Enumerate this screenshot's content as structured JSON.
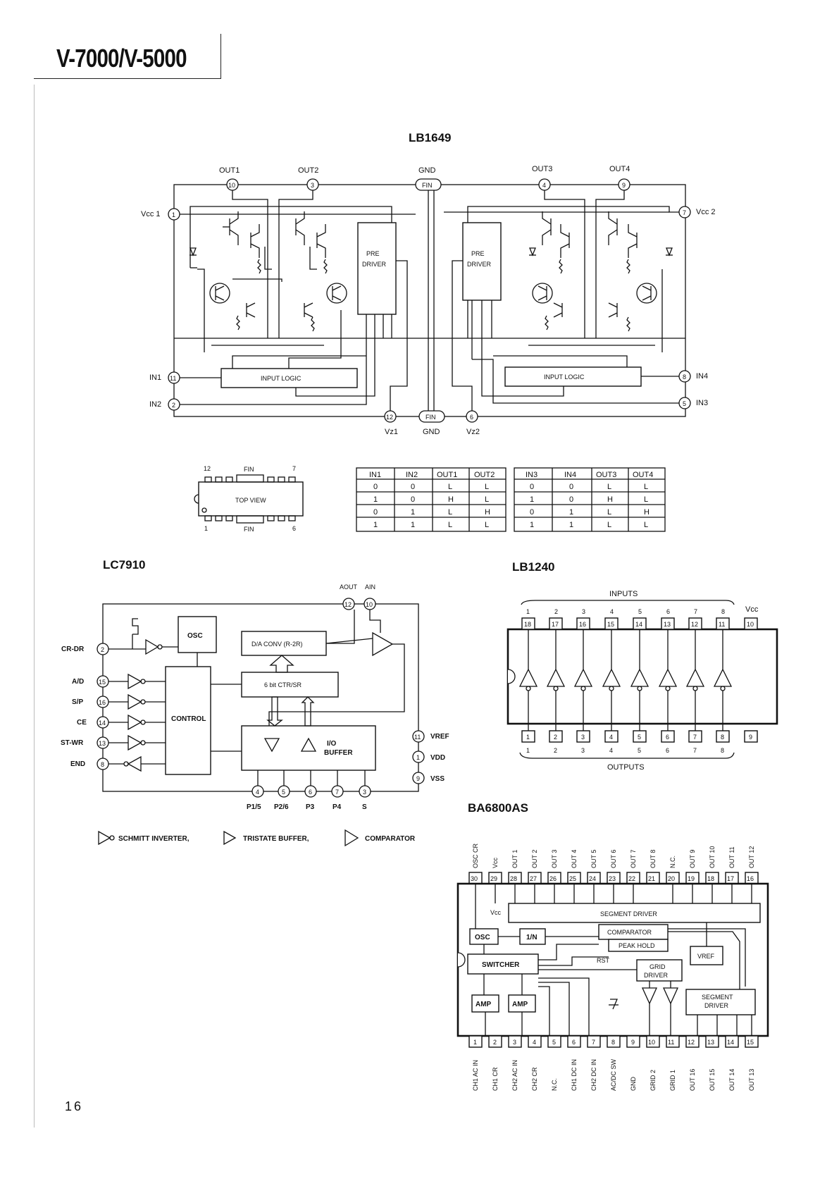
{
  "header": {
    "title": "V-7000/V-5000"
  },
  "page_number": "16",
  "lb1649": {
    "title": "LB1649",
    "top_labels": [
      "OUT1",
      "OUT2",
      "GND",
      "OUT3",
      "OUT4"
    ],
    "top_pins": [
      "10",
      "3",
      "FIN",
      "4",
      "9"
    ],
    "vcc1": "Vcc 1",
    "vcc1_pin": "1",
    "vcc2": "Vcc 2",
    "vcc2_pin": "7",
    "in1": "IN1",
    "in1_pin": "11",
    "in2": "IN2",
    "in2_pin": "2",
    "in4": "IN4",
    "in4_pin": "8",
    "in3": "IN3",
    "in3_pin": "5",
    "bottom_pins": [
      "12",
      "FIN",
      "6"
    ],
    "bottom_labels": [
      "Vz1",
      "GND",
      "Vz2"
    ],
    "pre_driver": "PRE DRIVER",
    "pre_driver_l1": "PRE",
    "pre_driver_l2": "DRIVER",
    "input_logic": "INPUT  LOGIC",
    "package": {
      "top_pin_left": "12",
      "top_fin": "FIN",
      "top_pin_right": "7",
      "view": "TOP VIEW",
      "bottom_pin_left": "1",
      "bottom_fin": "FIN",
      "bottom_pin_right": "6"
    },
    "truth_table_1": {
      "headers": [
        "IN1",
        "IN2",
        "OUT1",
        "OUT2"
      ],
      "rows": [
        [
          "0",
          "0",
          "L",
          "L"
        ],
        [
          "1",
          "0",
          "H",
          "L"
        ],
        [
          "0",
          "1",
          "L",
          "H"
        ],
        [
          "1",
          "1",
          "L",
          "L"
        ]
      ]
    },
    "truth_table_2": {
      "headers": [
        "IN3",
        "IN4",
        "OUT3",
        "OUT4"
      ],
      "rows": [
        [
          "0",
          "0",
          "L",
          "L"
        ],
        [
          "1",
          "0",
          "H",
          "L"
        ],
        [
          "0",
          "1",
          "L",
          "H"
        ],
        [
          "1",
          "1",
          "L",
          "L"
        ]
      ]
    }
  },
  "lc7910": {
    "title": "LC7910",
    "left_pins": [
      {
        "label": "CR-DR",
        "pin": "2"
      },
      {
        "label": "A/D",
        "pin": "15"
      },
      {
        "label": "S/P",
        "pin": "16"
      },
      {
        "label": "CE",
        "pin": "14"
      },
      {
        "label": "ST-WR",
        "pin": "13"
      },
      {
        "label": "END",
        "pin": "8"
      }
    ],
    "top_labels": [
      "AOUT",
      "AIN"
    ],
    "top_pins": [
      "12",
      "10"
    ],
    "right_pins": [
      {
        "label": "VREF",
        "pin": "11"
      },
      {
        "label": "VDD",
        "pin": "1"
      },
      {
        "label": "VSS",
        "pin": "9"
      }
    ],
    "bottom_pins": [
      "4",
      "5",
      "6",
      "7",
      "3"
    ],
    "bottom_labels": [
      "P1/5",
      "P2/6",
      "P3",
      "P4",
      "S"
    ],
    "osc": "OSC",
    "dac": "D/A CONV (R-2R)",
    "ctr": "6 bit CTR/SR",
    "control": "CONTROL",
    "io_l1": "I/O",
    "io_l2": "BUFFER",
    "legend": [
      "SCHMITT INVERTER,",
      "TRISTATE BUFFER,",
      "COMPARATOR"
    ]
  },
  "lb1240": {
    "title": "LB1240",
    "inputs_label": "INPUTS",
    "outputs_label": "OUTPUTS",
    "input_numbers": [
      "1",
      "2",
      "3",
      "4",
      "5",
      "6",
      "7",
      "8"
    ],
    "vcc": "Vcc",
    "top_pins": [
      "18",
      "17",
      "16",
      "15",
      "14",
      "13",
      "12",
      "11",
      "10"
    ],
    "bottom_pins": [
      "1",
      "2",
      "3",
      "4",
      "5",
      "6",
      "7",
      "8",
      "9"
    ],
    "output_numbers": [
      "1",
      "2",
      "3",
      "4",
      "5",
      "6",
      "7",
      "8"
    ]
  },
  "ba6800as": {
    "title": "BA6800AS",
    "top_labels": [
      "OSC CR",
      "Vcc",
      "OUT 1",
      "OUT 2",
      "OUT 3",
      "OUT 4",
      "OUT 5",
      "OUT 6",
      "OUT 7",
      "OUT 8",
      "N.C.",
      "OUT 9",
      "OUT 10",
      "OUT 11",
      "OUT 12"
    ],
    "top_pins": [
      "30",
      "29",
      "28",
      "27",
      "26",
      "25",
      "24",
      "23",
      "22",
      "21",
      "20",
      "19",
      "18",
      "17",
      "16"
    ],
    "bottom_pins": [
      "1",
      "2",
      "3",
      "4",
      "5",
      "6",
      "7",
      "8",
      "9",
      "10",
      "11",
      "12",
      "13",
      "14",
      "15"
    ],
    "bottom_labels": [
      "CH1 AC IN",
      "CH1 CR",
      "CH2 AC IN",
      "CH2 CR",
      "N.C.",
      "CH1 DC IN",
      "CH2 DC IN",
      "AC/DC SW",
      "GND",
      "GRID 2",
      "GRID 1",
      "OUT 16",
      "OUT 15",
      "OUT 14",
      "OUT 13"
    ],
    "vcc": "Vcc",
    "segment_driver": "SEGMENT DRIVER",
    "osc": "OSC",
    "one_n": "1/N",
    "comparator": "COMPARATOR",
    "peak_hold": "PEAK HOLD",
    "vref": "VREF",
    "rst": "RST",
    "switcher": "SWITCHER",
    "grid_driver_l1": "GRID",
    "grid_driver_l2": "DRIVER",
    "amp": "AMP",
    "segment_driver2_l1": "SEGMENT",
    "segment_driver2_l2": "DRIVER"
  }
}
